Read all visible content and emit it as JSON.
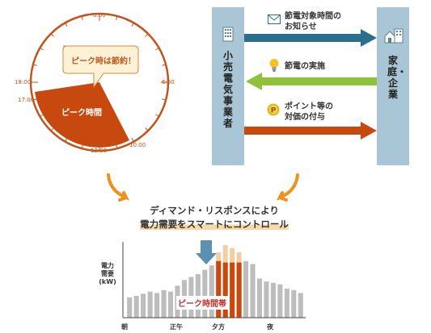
{
  "clock": {
    "hours": [
      "0:00",
      "6:00",
      "12:00",
      "18:00",
      "17:00",
      "10:00"
    ],
    "peak_label": "ピーク時間",
    "callout": "ピーク時は節約！",
    "colors": {
      "ring": "#c0561d",
      "peak": "#c8490f",
      "callout_bg": "#fdf2d6"
    }
  },
  "flow": {
    "left_panel_label": "小売電気事業者",
    "right_panel_label": "家庭・企業",
    "arrows": [
      {
        "label_line1": "節電対象時間の",
        "label_line2": "お知らせ",
        "direction": "right",
        "color": "#2c6e8c",
        "icon": "mail-icon"
      },
      {
        "label_line1": "節電の実施",
        "label_line2": "",
        "direction": "left",
        "color": "#8fc23a",
        "icon": "lightbulb-icon"
      },
      {
        "label_line1": "ポイント等の",
        "label_line2": "対価の付与",
        "direction": "right",
        "color": "#c8490f",
        "icon": "point-coin-icon"
      }
    ]
  },
  "headline": {
    "line1": "ディマンド・リスポンスにより",
    "line2": "電力需要をスマートにコントロール"
  },
  "chart_data": {
    "type": "bar",
    "ylabel_lines": [
      "電力",
      "需要",
      "(kW)"
    ],
    "xlabels": [
      "朝",
      "正午",
      "夕方",
      "夜"
    ],
    "peak_band_label": "ピーク時間帯",
    "values": [
      28,
      30,
      33,
      36,
      34,
      38,
      36,
      44,
      52,
      56,
      60,
      66,
      72,
      90,
      100,
      96,
      90,
      78,
      74,
      54,
      50,
      48,
      46,
      40,
      38,
      34
    ],
    "peak_reduced": [
      null,
      null,
      null,
      null,
      null,
      null,
      null,
      null,
      null,
      null,
      null,
      null,
      null,
      78,
      76,
      76,
      76,
      null,
      null,
      null,
      null,
      null,
      null,
      null,
      null,
      null
    ],
    "peak_start_index": 13,
    "peak_end_index": 16
  }
}
